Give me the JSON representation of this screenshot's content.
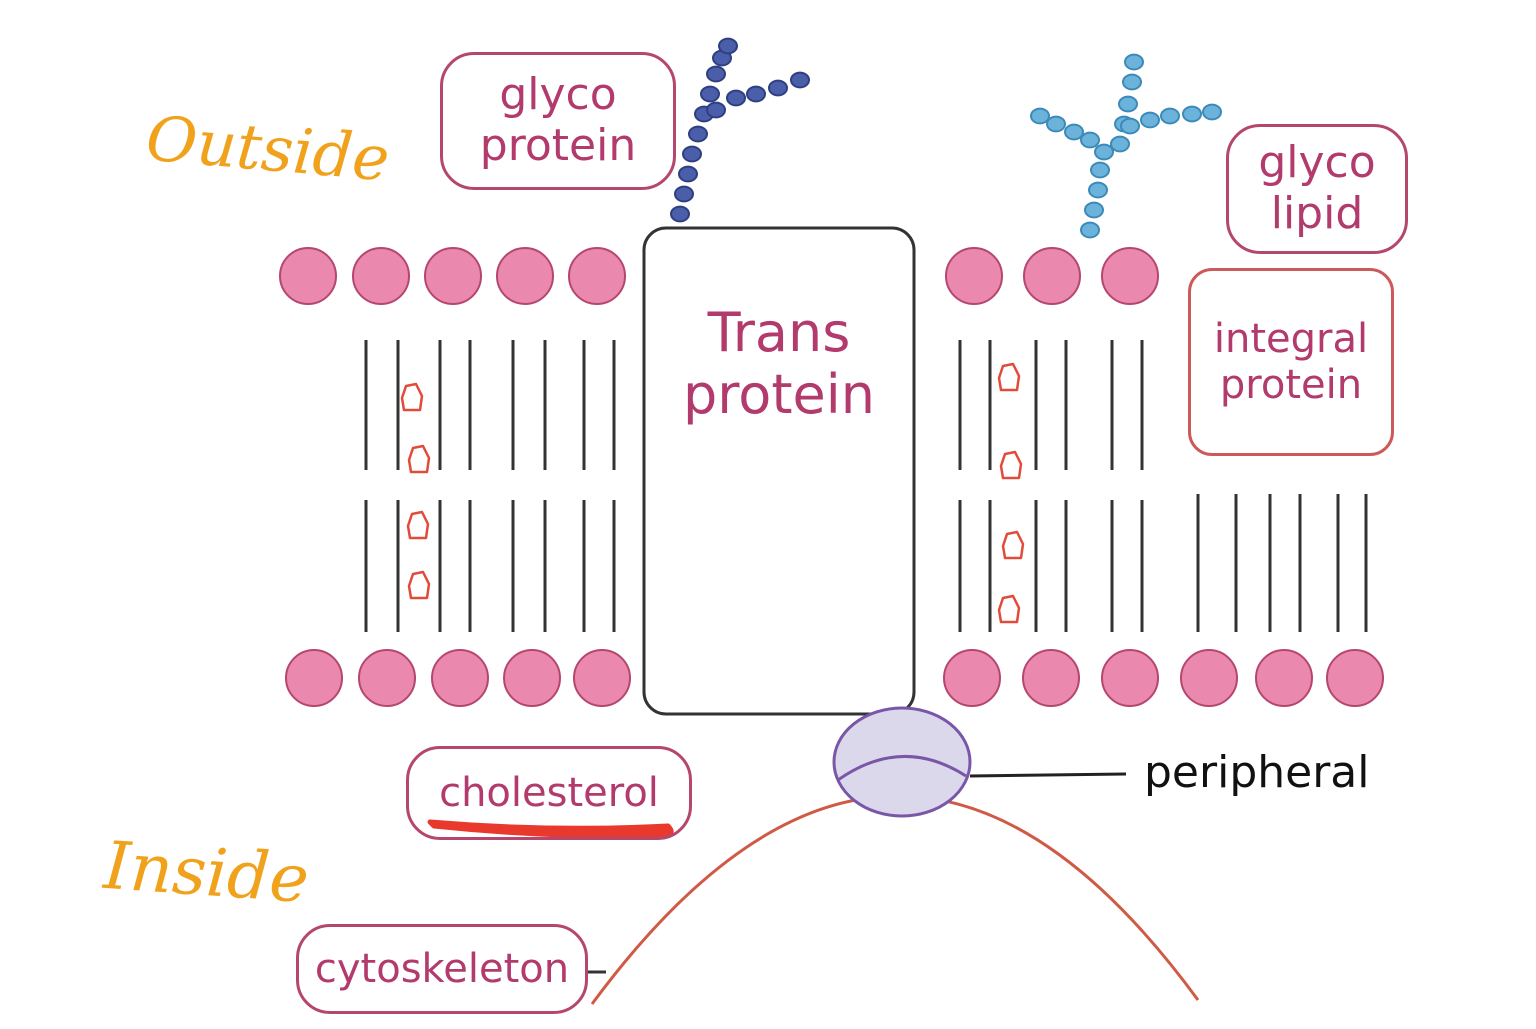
{
  "labels": {
    "glycoprotein": [
      "glyco",
      "protein"
    ],
    "glycolipid": [
      "glyco",
      "lipid"
    ],
    "integral_protein": [
      "integral",
      "protein"
    ],
    "trans_protein": [
      "Trans",
      "protein"
    ],
    "peripheral": "peripheral",
    "cholesterol": "cholesterol",
    "cytoskeleton": "cytoskeleton",
    "outside": "Outside",
    "inside": "Inside"
  },
  "colors": {
    "phospholipid_head": "#eb88ad",
    "phospholipid_head_stroke": "#b5476f",
    "label_text": "#b23a6c",
    "label_border": "#b5476f",
    "integral_border": "#cc5a5a",
    "handwriting": "#f0a21c",
    "cholesterol_outline": "#e24a3a",
    "cholesterol_underline": "#e8392c",
    "glycoprotein_chain": "#4a5eaa",
    "glycolipid_chain": "#6cb3dc",
    "peripheral_fill": "#dcd8ec",
    "peripheral_stroke": "#7a56a8",
    "cytoskeleton_arc": "#cf5a45",
    "tail": "#333333"
  }
}
